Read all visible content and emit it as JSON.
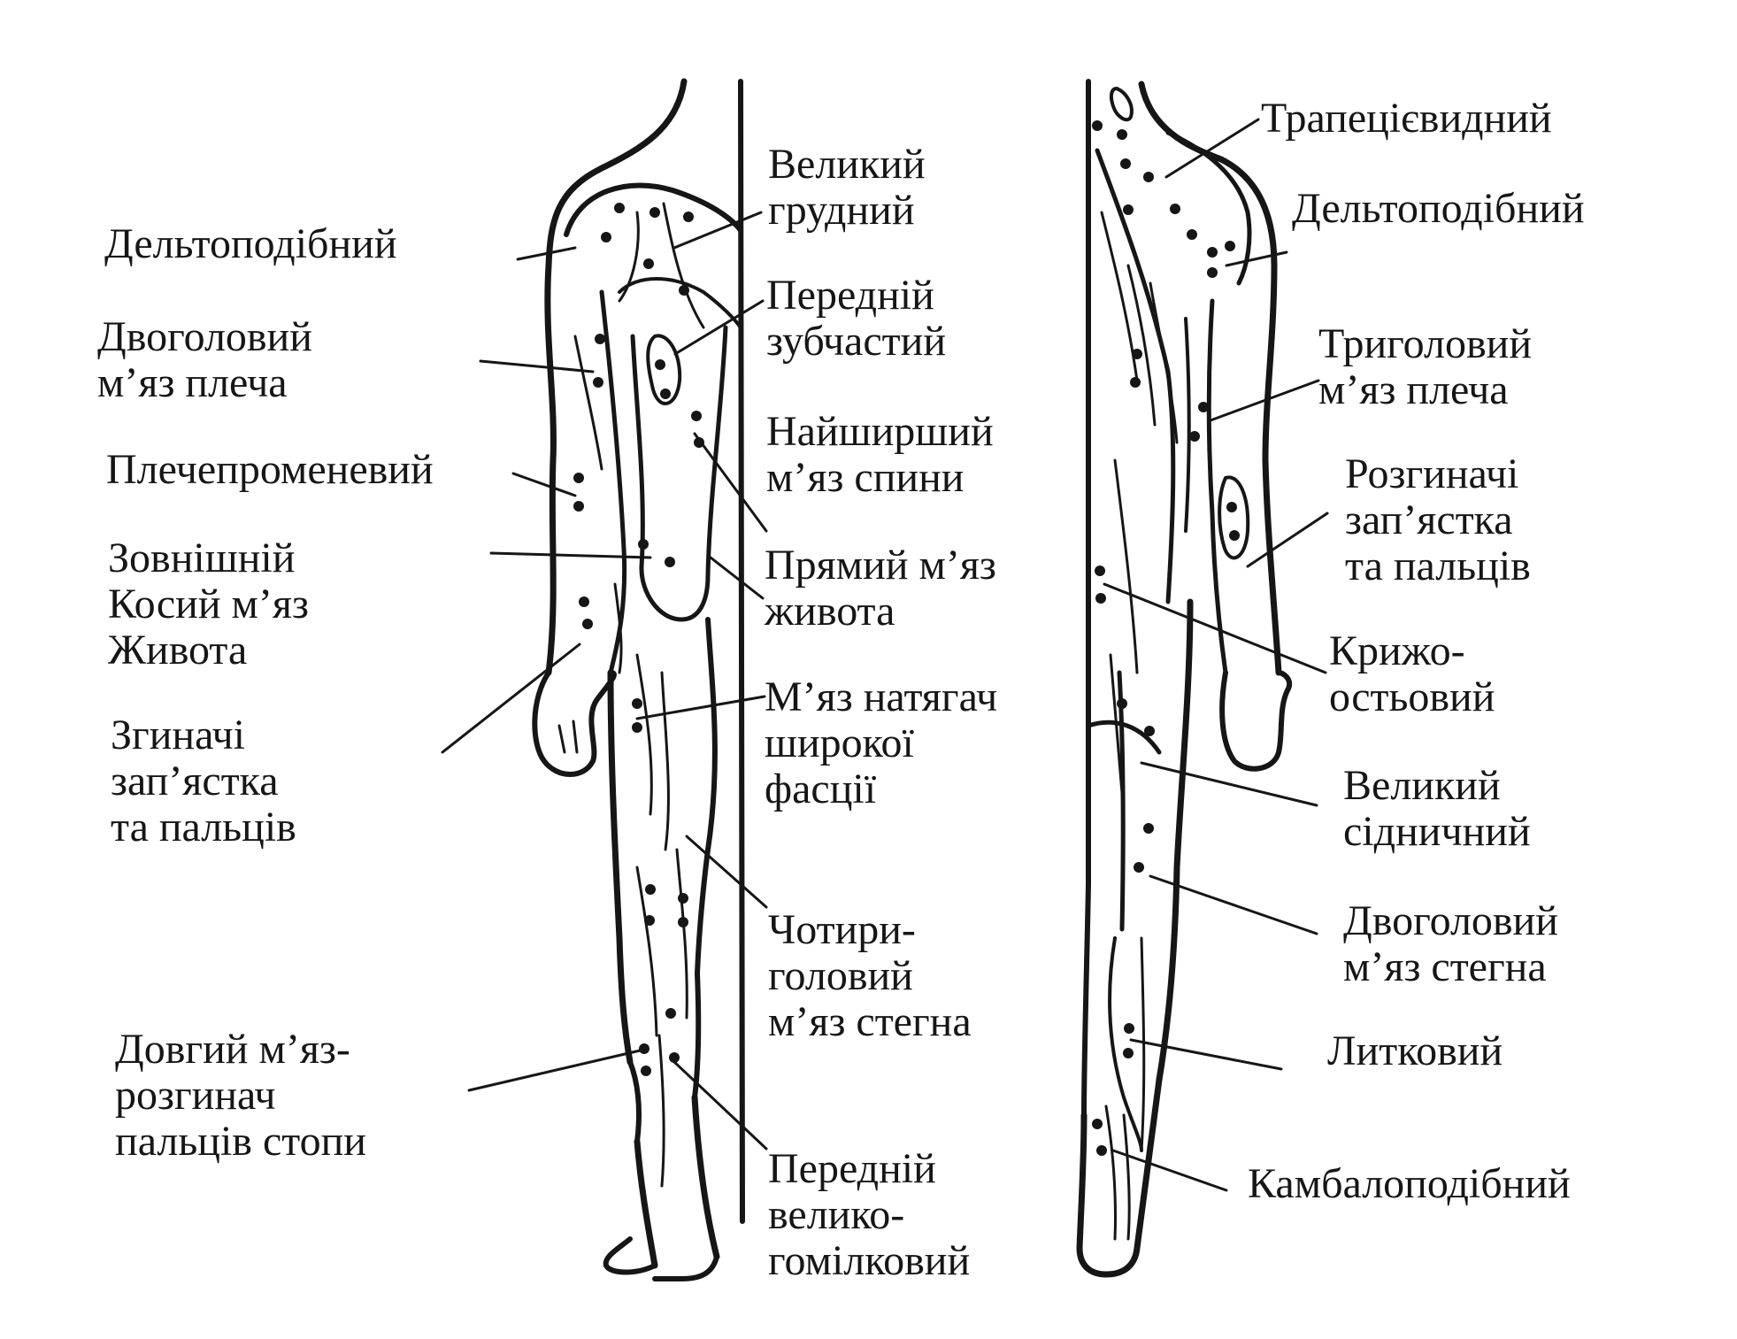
{
  "colors": {
    "ink": "#161616",
    "background": "#ffffff"
  },
  "labels": {
    "front_left": [
      {
        "id": "deltoid-front",
        "lines": [
          "Дельтоподібний"
        ]
      },
      {
        "id": "biceps",
        "lines": [
          "Двоголовий",
          "м’яз плеча"
        ]
      },
      {
        "id": "brachioradialis",
        "lines": [
          "Плечепроменевий"
        ]
      },
      {
        "id": "external-oblique",
        "lines": [
          "Зовнішній",
          "Косий м’яз",
          "Живота"
        ]
      },
      {
        "id": "wrist-flexors",
        "lines": [
          "Згиначі",
          "зап’ястка",
          "та пальців"
        ]
      },
      {
        "id": "extensor-digitorum-longus",
        "lines": [
          "Довгий м’яз-",
          "розгинач",
          "пальців стопи"
        ]
      }
    ],
    "front_right": [
      {
        "id": "pectoralis-major",
        "lines": [
          "Великий",
          "грудний"
        ]
      },
      {
        "id": "serratus-anterior",
        "lines": [
          "Передній",
          "зубчастий"
        ]
      },
      {
        "id": "latissimus-dorsi",
        "lines": [
          "Найширший",
          "м’яз спини"
        ]
      },
      {
        "id": "rectus-abdominis",
        "lines": [
          "Прямий м’яз",
          "живота"
        ]
      },
      {
        "id": "tensor-fasciae-latae",
        "lines": [
          "М’яз натягач",
          "широкої",
          "фасції"
        ]
      },
      {
        "id": "quadriceps",
        "lines": [
          "Чотири-",
          "головий",
          "м’яз стегна"
        ]
      },
      {
        "id": "tibialis-anterior",
        "lines": [
          "Передній",
          "велико-",
          "гомілковий"
        ]
      }
    ],
    "back_right": [
      {
        "id": "trapezius",
        "lines": [
          "Трапецієвидний"
        ]
      },
      {
        "id": "deltoid-back",
        "lines": [
          "Дельтоподібний"
        ]
      },
      {
        "id": "triceps",
        "lines": [
          "Триголовий",
          "м’яз плеча"
        ]
      },
      {
        "id": "wrist-extensors",
        "lines": [
          "Розгиначі",
          "зап’ястка",
          "та пальців"
        ]
      },
      {
        "id": "sacrospinalis",
        "lines": [
          "Крижо-",
          "остьовий"
        ]
      },
      {
        "id": "gluteus-maximus",
        "lines": [
          "Великий",
          "сідничний"
        ]
      },
      {
        "id": "biceps-femoris",
        "lines": [
          "Двоголовий",
          "м’яз стегна"
        ]
      },
      {
        "id": "gastrocnemius",
        "lines": [
          "Литковий"
        ]
      },
      {
        "id": "soleus",
        "lines": [
          "Камбалоподібний"
        ]
      }
    ]
  }
}
